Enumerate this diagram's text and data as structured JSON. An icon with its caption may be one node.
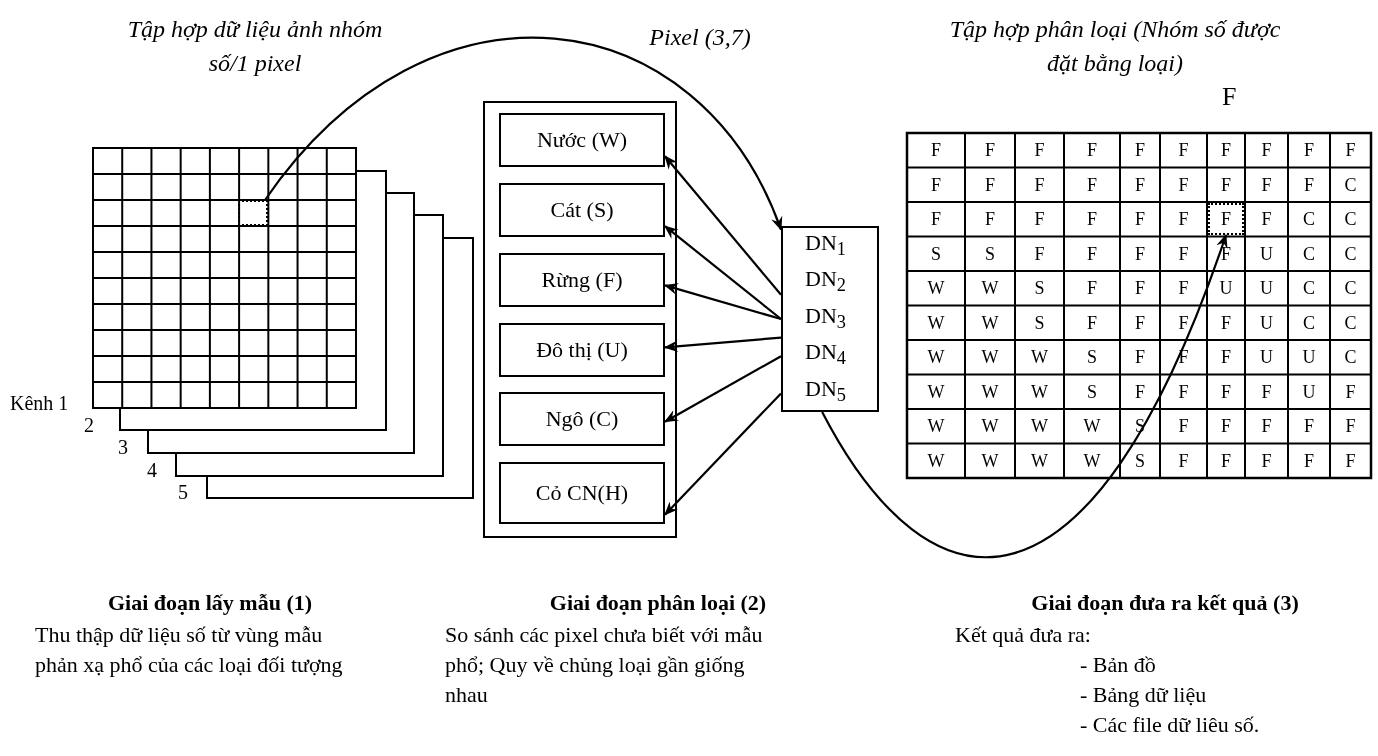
{
  "diagram": {
    "nodes": [
      {
        "text": [],
        "shape": "box"
      },
      {
        "text": [],
        "shape": "box"
      },
      {
        "text": [
          "Nước (W)"
        ],
        "in": 1
      },
      {
        "text": [
          "Cát (S)"
        ],
        "in": 1
      },
      {
        "text": [
          "Rừng (F)"
        ],
        "in": 1
      },
      {
        "text": [
          "Đô thị (U)"
        ],
        "in": 1
      },
      {
        "text": [
          "Ngô (C)"
        ],
        "in": 1
      },
      {
        "text": [
          "Cỏ CN(H)"
        ],
        "in": 1
      },
      {
        "text": [
          "DN$_{1}$ DN$_{2}$ DN$_{3}$ DN$_{4}$ DN$_{5}$"
        ]
      },
      {
        "text": [],
        "shape": "box"
      }
    ],
    "edges": [
      {
        "from": 0,
        "to": 8,
        "arrow": "to"
      },
      {
        "from": 8,
        "to": 2,
        "arrow": "to"
      },
      {
        "from": 8,
        "to": 3,
        "arrow": "to"
      },
      {
        "from": 8,
        "to": 4,
        "arrow": "to"
      },
      {
        "from": 8,
        "to": 5,
        "arrow": "to"
      },
      {
        "from": 8,
        "to": 6,
        "arrow": "to"
      },
      {
        "from": 8,
        "to": 7,
        "arrow": "to"
      },
      {
        "from": 8,
        "to": 9,
        "arrow": "to"
      }
    ],
    "labels": [
      "Tập hợp dữ liệu ảnh nhóm số/1 pixel",
      "Pixel (3,7)",
      "Tập hợp phân loại (Nhóm số được đặt bằng loại)",
      "F",
      "F",
      "F",
      "F",
      "F",
      "F",
      "F",
      "F",
      "F",
      "F",
      "F",
      "F",
      "F",
      "F",
      "F",
      "F",
      "F",
      "F",
      "F",
      "F",
      "C",
      "F",
      "F",
      "F",
      "F",
      "F",
      "F",
      "F",
      "F",
      "C",
      "C",
      "S",
      "S",
      "F",
      "F",
      "F",
      "F",
      "F",
      "U",
      "C",
      "C",
      "W",
      "W",
      "S",
      "F",
      "F",
      "F",
      "U",
      "U",
      "C",
      "C",
      "W",
      "W",
      "S",
      "F",
      "F",
      "F",
      "F",
      "U",
      "C",
      "C",
      "W",
      "W",
      "W",
      "S",
      "F",
      "F",
      "F",
      "U",
      "U",
      "C",
      "W",
      "W",
      "W",
      "S",
      "F",
      "F",
      "F",
      "F",
      "U",
      "F",
      "W",
      "W",
      "W",
      "W",
      "S",
      "F",
      "F",
      "F",
      "F",
      "F",
      "W",
      "W",
      "W",
      "W",
      "S",
      "F",
      "F",
      "F",
      "F",
      "F",
      "Kênh 1",
      "2",
      "3",
      "4",
      "5",
      "Giai đoạn lấy mẫu (1)",
      "Thu thập dữ liệu số từ vùng mẫu phản xạ phổ của các loại đối tượng",
      "Giai đoạn phân loại (2)",
      "So sánh các pixel chưa biết với mẫu phổ; Quy về chủng loại gần giống nhau",
      "Giai đoạn đưa ra kết quả (3)",
      "Kết quả đưa ra:",
      "- Bản đồ",
      "- Bảng dữ liệu",
      "- Các file dữ liêu số."
    ]
  }
}
